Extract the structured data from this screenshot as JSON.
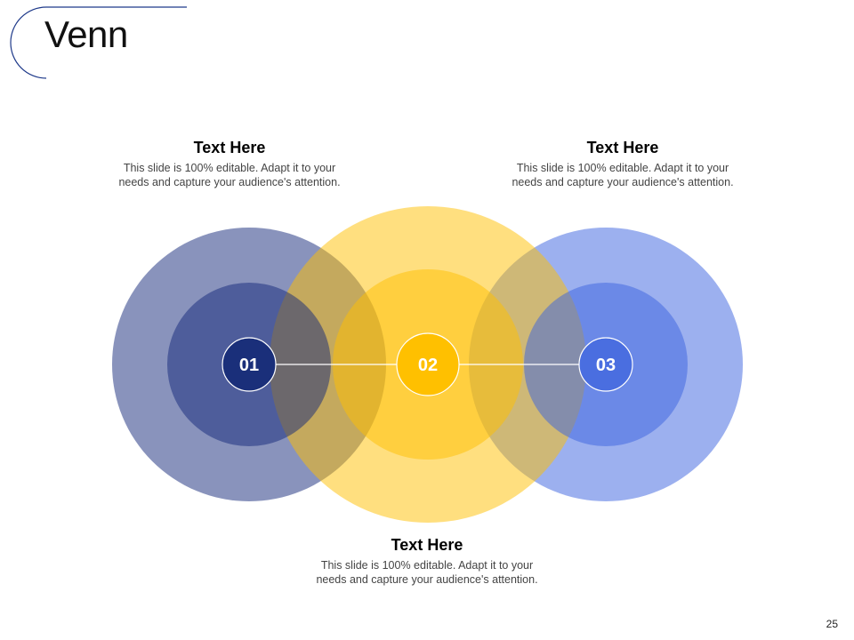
{
  "slide": {
    "title": "Venn",
    "page_number": "25"
  },
  "colors": {
    "accent_navy": "#1a2f7a",
    "accent_gold": "#ffc000",
    "accent_blue": "#4a6ee0",
    "corner_arc": "#1f3a8a"
  },
  "blocks": [
    {
      "heading": "Text Here",
      "body": "This slide is 100% editable. Adapt it to your\nneeds and capture your audience's attention."
    },
    {
      "heading": "Text Here",
      "body": "This slide is 100% editable. Adapt it to your\nneeds and capture your audience's attention."
    },
    {
      "heading": "Text Here",
      "body": "This slide is 100% editable. Adapt it to your\nneeds and capture your audience's attention."
    }
  ],
  "nodes": [
    {
      "label": "01"
    },
    {
      "label": "02"
    },
    {
      "label": "03"
    }
  ]
}
